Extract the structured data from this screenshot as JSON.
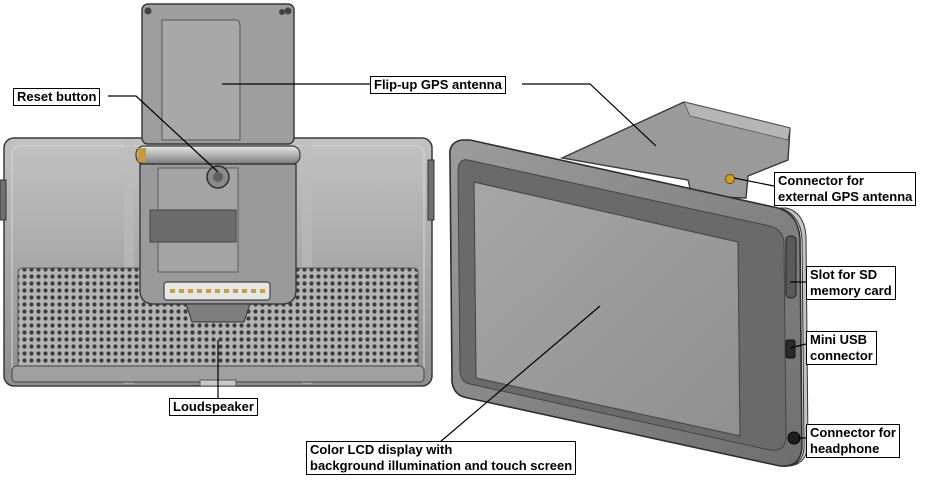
{
  "labels": {
    "reset_button": "Reset button",
    "flip_up_antenna": "Flip-up GPS antenna",
    "loudspeaker": "Loudspeaker",
    "external_antenna_connector": [
      "Connector for",
      "external GPS antenna"
    ],
    "sd_slot": [
      "Slot for SD",
      "memory card"
    ],
    "mini_usb": [
      "Mini USB",
      "connector"
    ],
    "headphone_connector": [
      "Connector for",
      "headphone"
    ],
    "lcd_display": [
      "Color LCD display with",
      "background illumination and touch screen"
    ]
  },
  "colors": {
    "body_dark": "#8a8a8a",
    "body_mid": "#a8a8a8",
    "body_light": "#cfcfcf",
    "screen": "#9a9a9a",
    "outline": "#3a3a3a",
    "gold": "#d9a020"
  }
}
